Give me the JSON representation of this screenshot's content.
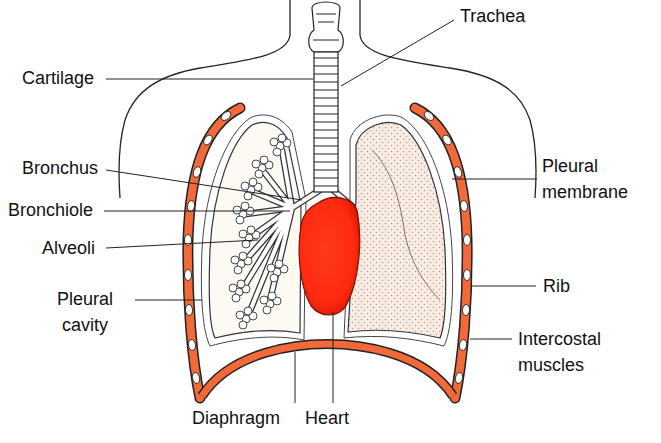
{
  "diagram": {
    "labels": [
      "Trachea",
      "Cartilage",
      "Bronchus",
      "Pleural membrane",
      "Bronchiole",
      "Alveoli",
      "Rib",
      "Pleural cavity",
      "Intercostal muscles",
      "Diaphragm",
      "Heart"
    ]
  }
}
